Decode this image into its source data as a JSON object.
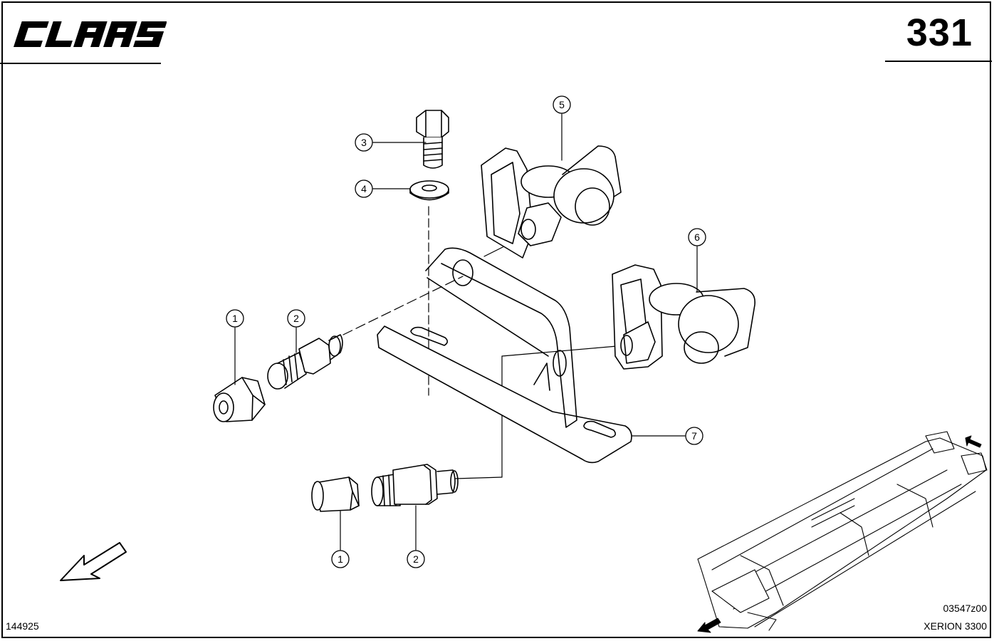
{
  "header": {
    "brand": "CLAAS",
    "page_number": "331"
  },
  "callouts": [
    {
      "label": "1"
    },
    {
      "label": "2"
    },
    {
      "label": "3"
    },
    {
      "label": "4"
    },
    {
      "label": "5"
    },
    {
      "label": "6"
    },
    {
      "label": "7"
    },
    {
      "label": "1"
    },
    {
      "label": "2"
    }
  ],
  "footer": {
    "document_id": "144925",
    "figure_code": "03547z00",
    "model": "XERION 3300"
  }
}
